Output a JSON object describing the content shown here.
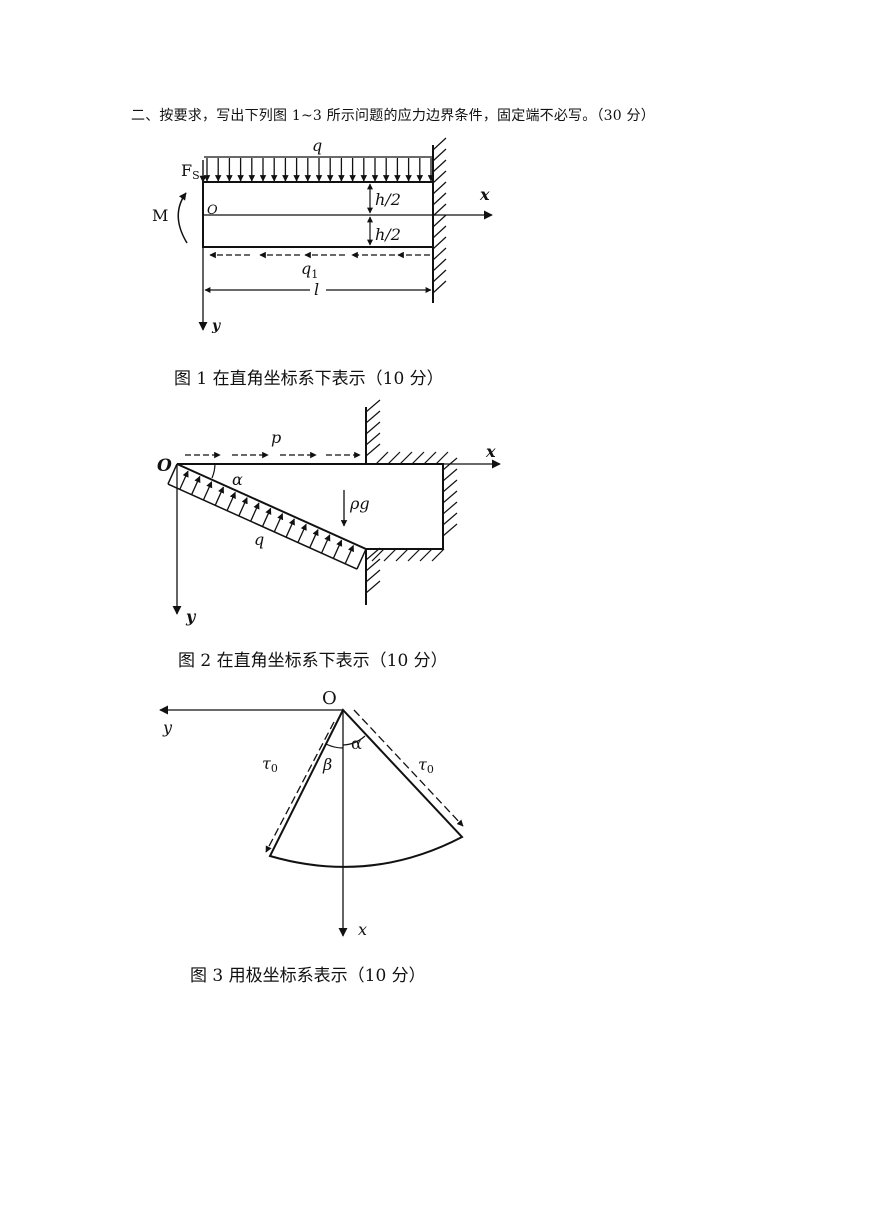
{
  "question": "二、按要求，写出下列图 1~3 所示问题的应力边界条件，固定端不必写。（30 分）",
  "figure1": {
    "caption": "图 1  在直角坐标系下表示（10 分）",
    "labels": {
      "q": "q",
      "fs_main": "F",
      "fs_sub": "S",
      "m": "M",
      "o": "O",
      "x": "x",
      "y": "y",
      "h_top": "h/2",
      "h_bottom": "h/2",
      "q1_main": "q",
      "q1_sub": "1",
      "l": "l"
    }
  },
  "figure2": {
    "caption": "图 2  在直角坐标系下表示（10 分）",
    "labels": {
      "o": "O",
      "p": "p",
      "x": "x",
      "y": "y",
      "alpha": "α",
      "rho_g": "ρg",
      "q": "q"
    }
  },
  "figure3": {
    "caption": "图 3  用极坐标系表示（10 分）",
    "labels": {
      "o": "O",
      "y": "y",
      "x": "x",
      "alpha": "α",
      "beta": "β",
      "tau_left_main": "τ",
      "tau_left_sub": "0",
      "tau_right_main": "τ",
      "tau_right_sub": "0"
    }
  }
}
